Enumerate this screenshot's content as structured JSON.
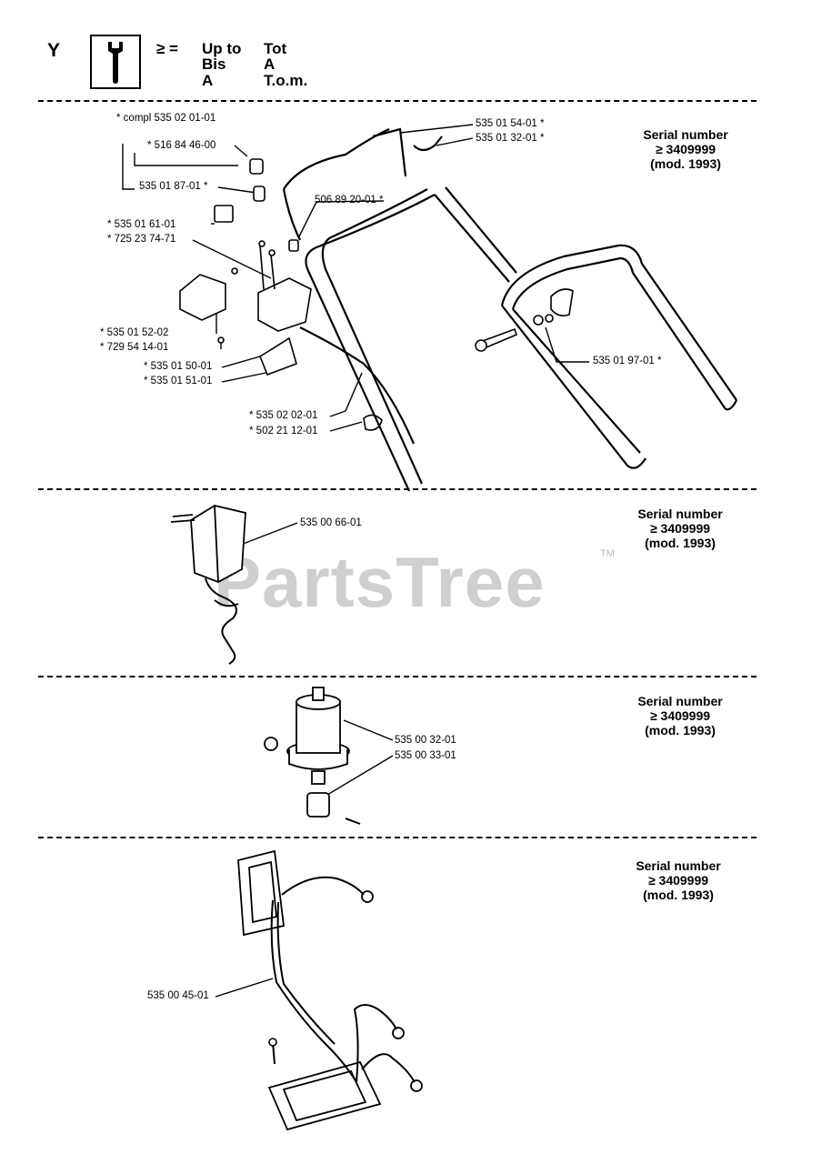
{
  "header": {
    "letter": "Y",
    "symbol": "≥ =",
    "col1": [
      "Up to",
      "Bis",
      "A"
    ],
    "col2": [
      "Tot",
      "A",
      "T.o.m."
    ]
  },
  "watermark": {
    "text": "PartsTree",
    "tm": "TM"
  },
  "sections": [
    {
      "serial": [
        "Serial number",
        "≥ 3409999",
        "(mod. 1993)"
      ],
      "labels": [
        "* compl 535 02 01-01",
        "* 516 84 46-00",
        "535 01 87-01 *",
        "* 535 01 61-01",
        "* 725 23 74-71",
        "* 535 01 52-02",
        "* 729 54 14-01",
        "* 535 01 50-01",
        "* 535 01 51-01",
        "* 535 02 02-01",
        "* 502 21 12-01",
        "535 01 54-01 *",
        "535 01 32-01 *",
        "506 89 20-01 *",
        "535 01 97-01 *"
      ]
    },
    {
      "serial": [
        "Serial number",
        "≥ 3409999",
        "(mod. 1993)"
      ],
      "labels": [
        "535 00 66-01"
      ]
    },
    {
      "serial": [
        "Serial number",
        "≥ 3409999",
        "(mod. 1993)"
      ],
      "labels": [
        "535 00 32-01",
        "535 00 33-01"
      ]
    },
    {
      "serial": [
        "Serial number",
        "≥ 3409999",
        "(mod. 1993)"
      ],
      "labels": [
        "535 00 45-01"
      ]
    }
  ]
}
